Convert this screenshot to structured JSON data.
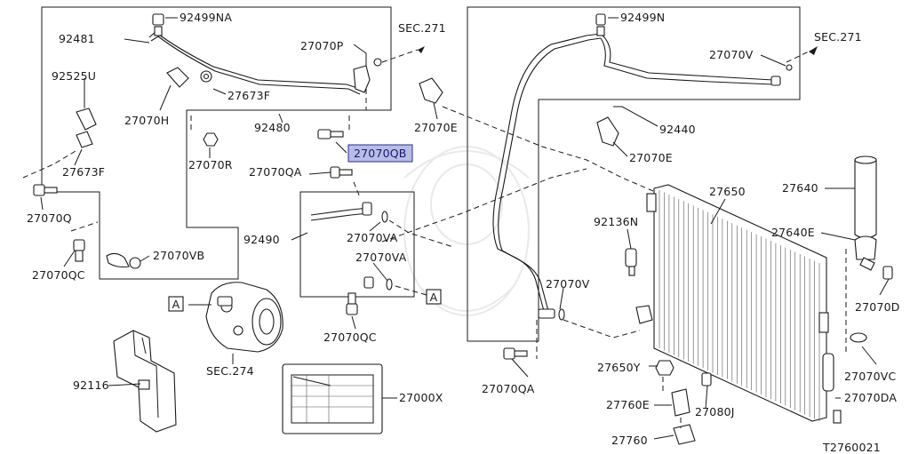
{
  "diagram": {
    "drawing_code": "T2760021",
    "highlighted_part": "27070QB",
    "boxed_markers": [
      "A",
      "A"
    ],
    "label_table_part": "27000X",
    "labels": {
      "p92499NA": "92499NA",
      "sec271_left": "SEC.271",
      "p92481": "92481",
      "p27070P": "27070P",
      "p92525U": "92525U",
      "p27673F_a": "27673F",
      "p27070H": "27070H",
      "p92480": "92480",
      "p27070QB": "27070QB",
      "p27070E_a": "27070E",
      "p27673F_b": "27673F",
      "p27070R": "27070R",
      "p27070QA_a": "27070QA",
      "p27070Q": "27070Q",
      "p92490": "92490",
      "p27070VA_a": "27070VA",
      "p27070VA_b": "27070VA",
      "p27070VB": "27070VB",
      "p27070QC_a": "27070QC",
      "p27070QC_b": "27070QC",
      "sec274": "SEC.274",
      "p92116": "92116",
      "p27000X": "27000X",
      "p92499N": "92499N",
      "sec271_right": "SEC.271",
      "p27070V_a": "27070V",
      "p92440": "92440",
      "p27070E_b": "27070E",
      "p27650": "27650",
      "p27640": "27640",
      "p92136N": "92136N",
      "p27640E": "27640E",
      "p27070V_b": "27070V",
      "p27070D": "27070D",
      "p27650Y": "27650Y",
      "p27070VC": "27070VC",
      "p27070QA_b": "27070QA",
      "p27760E": "27760E",
      "p27080J": "27080J",
      "p27070DA": "27070DA",
      "p27760": "27760",
      "code": "T2760021"
    }
  }
}
